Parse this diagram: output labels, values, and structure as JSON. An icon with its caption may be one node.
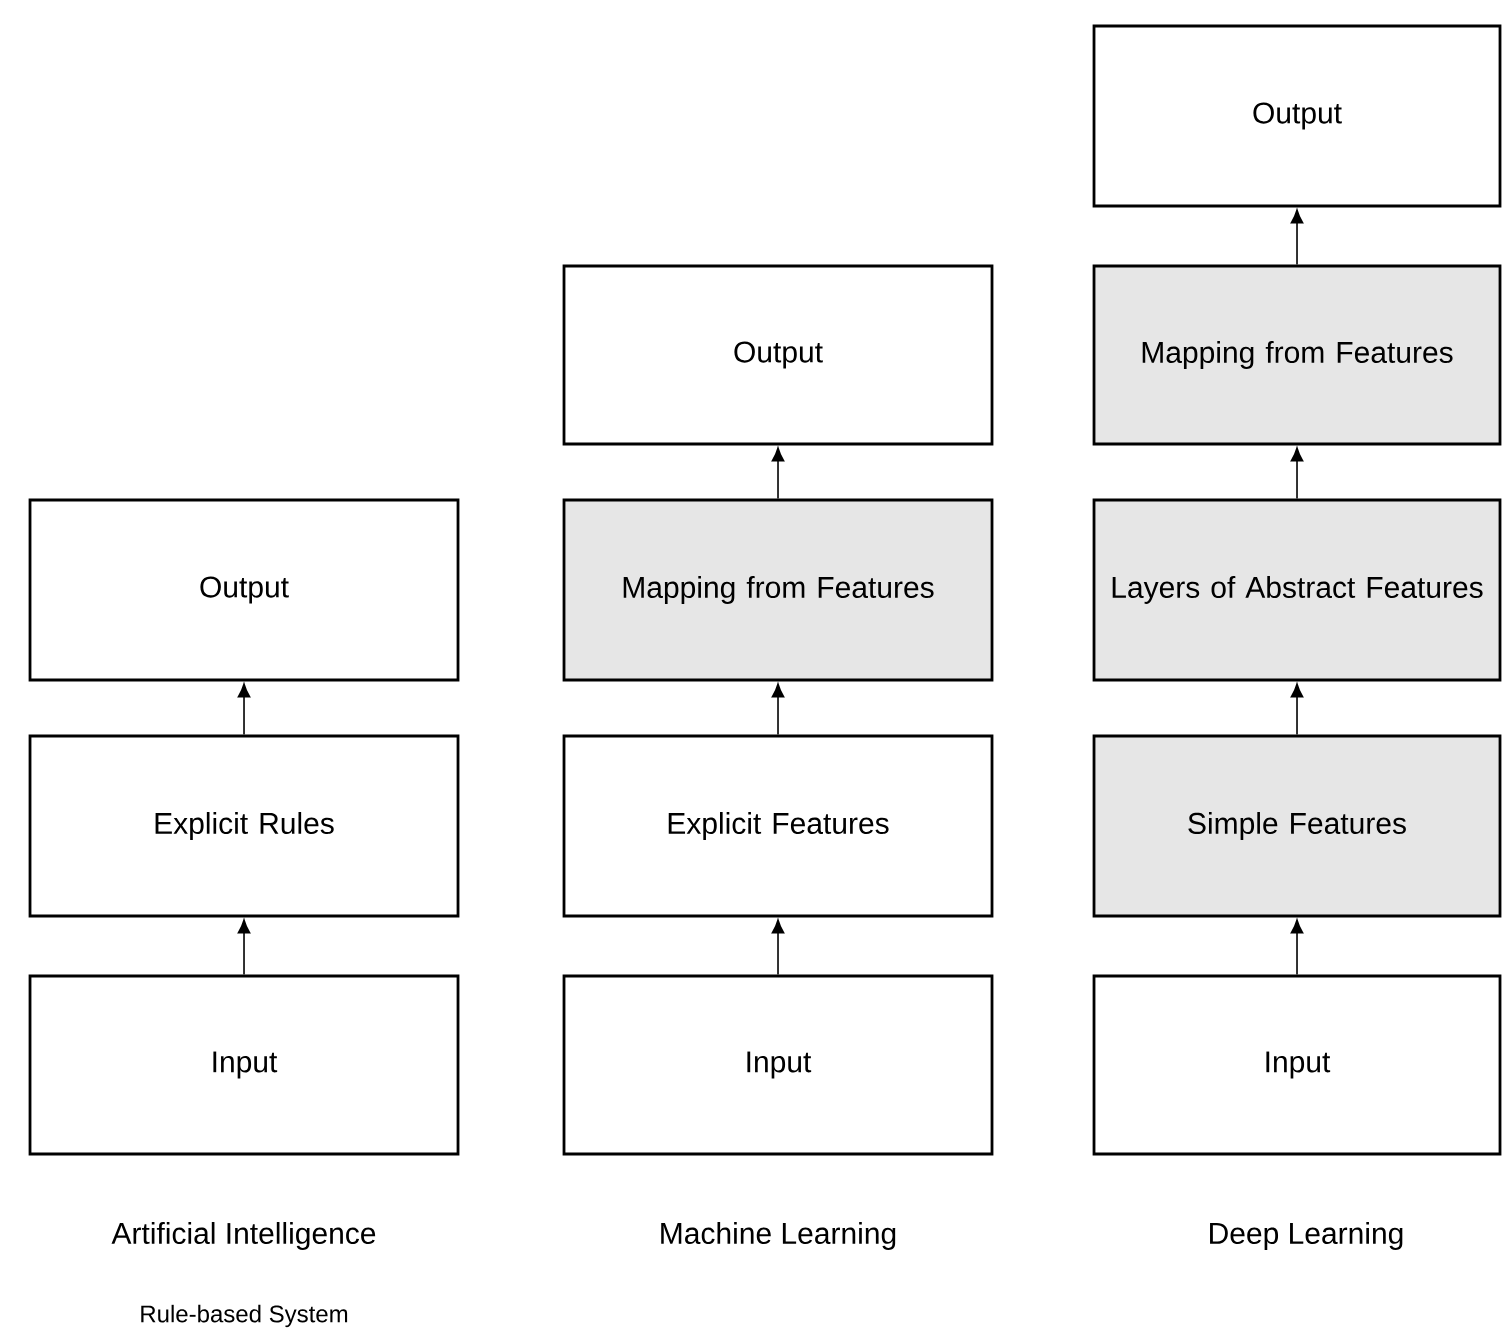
{
  "diagram": {
    "nodes": [
      {
        "text": [
          "Output"
        ]
      },
      {
        "text": [
          "Explicit Rules"
        ]
      },
      {
        "text": [
          "Input"
        ]
      },
      {
        "text": [
          "Output"
        ]
      },
      {
        "text": [
          "Mapping from Features"
        ]
      },
      {
        "text": [
          "Explicit Features"
        ]
      },
      {
        "text": [
          "Input"
        ]
      },
      {
        "text": [
          "Output"
        ]
      },
      {
        "text": [
          "Mapping from Features"
        ]
      },
      {
        "text": [
          "Layers of Abstract Features"
        ]
      },
      {
        "text": [
          "Simple Features"
        ]
      },
      {
        "text": [
          "Input"
        ]
      }
    ],
    "edges": [
      {
        "from": 2,
        "to": 1,
        "arrow": "to"
      },
      {
        "from": 1,
        "to": 0,
        "arrow": "to"
      },
      {
        "from": 6,
        "to": 5,
        "arrow": "to"
      },
      {
        "from": 5,
        "to": 4,
        "arrow": "to"
      },
      {
        "from": 4,
        "to": 3,
        "arrow": "to"
      },
      {
        "from": 11,
        "to": 10,
        "arrow": "to"
      },
      {
        "from": 10,
        "to": 9,
        "arrow": "to"
      },
      {
        "from": 9,
        "to": 8,
        "arrow": "to"
      },
      {
        "from": 8,
        "to": 7,
        "arrow": "to"
      }
    ],
    "labels": [
      "Artificial Intelligence",
      "Machine Learning",
      "Deep Learning",
      "Rule-based System"
    ]
  }
}
